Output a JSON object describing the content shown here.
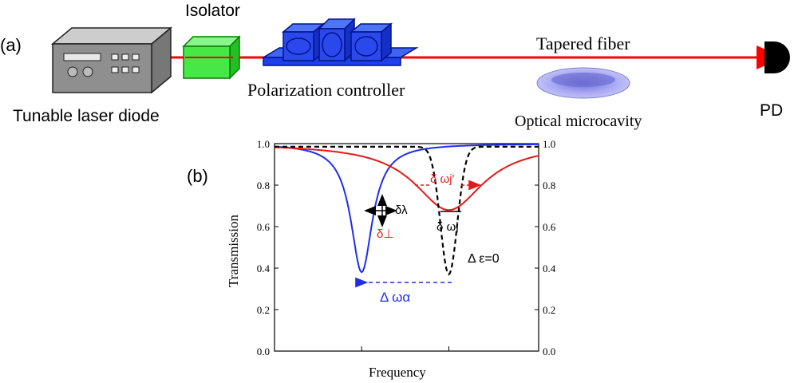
{
  "panel_a": {
    "label": "(a)",
    "laser_label": "Tunable laser diode",
    "isolator_label": "Isolator",
    "polarization_label": "Polarization controller",
    "fiber_label": "Tapered fiber",
    "cavity_label": "Optical microcavity",
    "detector_label": "PD"
  },
  "panel_b": {
    "label": "(b)"
  },
  "chart_data": {
    "type": "line",
    "xlabel": "Frequency",
    "ylabel": "Transmission",
    "ylim": [
      0.0,
      1.0
    ],
    "x_ticks": "none",
    "y_tick_labels_left": [
      "0.0",
      "0.2",
      "0.4",
      "0.6",
      "0.8",
      "1.0"
    ],
    "y_tick_labels_right": [
      "0.0",
      "0.2",
      "0.4",
      "0.6",
      "0.8",
      "1.0"
    ],
    "series": [
      {
        "style": "solid",
        "color": "#1f2fe8",
        "center": 0.33,
        "min_transmission": 0.38,
        "width": "narrow"
      },
      {
        "style": "solid",
        "color": "#e81818",
        "center": 0.66,
        "min_transmission": 0.68,
        "width": "broad"
      },
      {
        "style": "dashed",
        "color": "#000000",
        "center": 0.66,
        "min_transmission": 0.37,
        "width": "narrow"
      }
    ],
    "annotations": {
      "red_width": "δ ωj'",
      "black_width": "δ ωj",
      "detuning": "Δ ε=0",
      "shift": "Δ ωα",
      "delta_lambda": "δλ",
      "delta_perp": "δ⊥"
    }
  },
  "colors": {
    "beam": "#ff0000",
    "isolator": "#38e838",
    "controller": "#1f3fe8",
    "cavity": "#9e9ef0",
    "laser_box": "#8c8c8c",
    "blue_curve": "#1f2fe8",
    "red_curve": "#e81818"
  }
}
